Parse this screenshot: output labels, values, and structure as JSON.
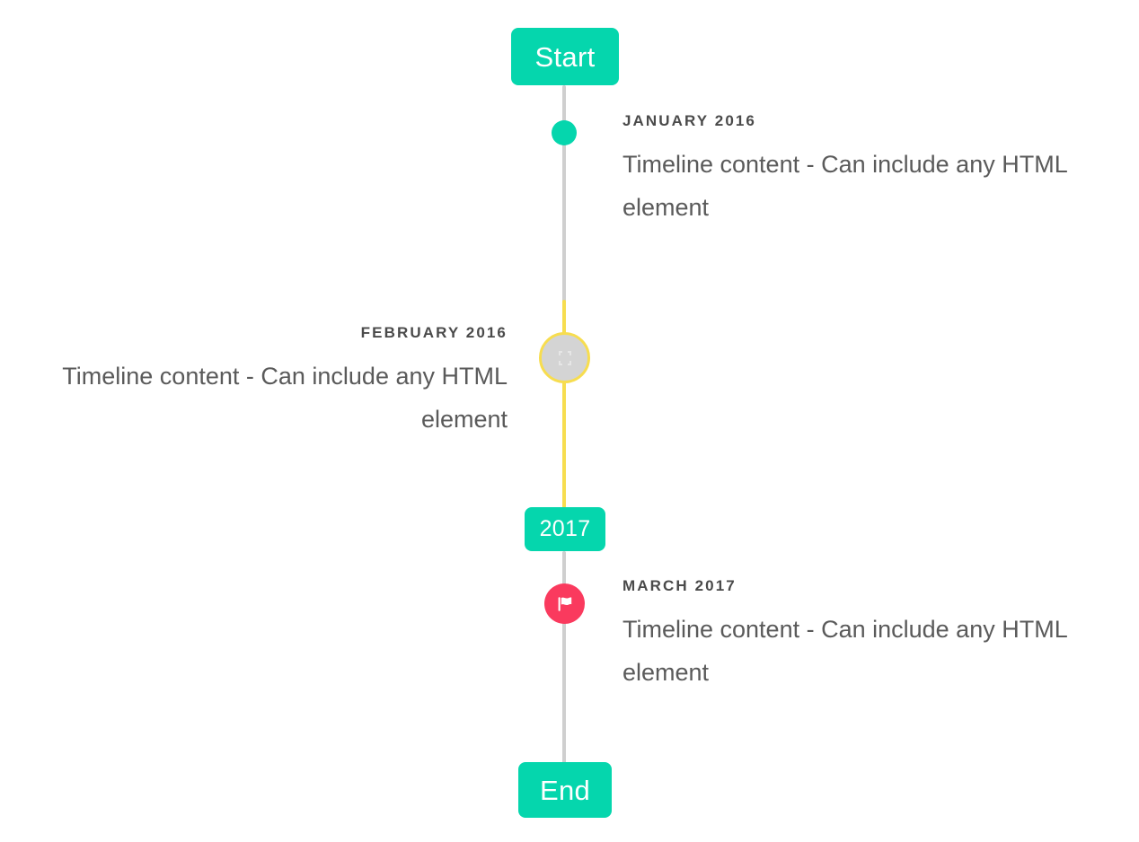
{
  "timeline": {
    "start_cap": {
      "label": "Start"
    },
    "year_cap": {
      "label": "2017"
    },
    "end_cap": {
      "label": "End"
    },
    "entries": [
      {
        "date": "JANUARY 2016",
        "content": "Timeline content - Can include any HTML element",
        "side": "right",
        "marker": "dot-icon",
        "marker_color": "#05d6ad"
      },
      {
        "date": "FEBRUARY 2016",
        "content": "Timeline content - Can include any HTML element",
        "side": "left",
        "marker": "broken-image-icon",
        "marker_color": "#d4d4d4",
        "marker_ring_color": "#f7dd4f"
      },
      {
        "date": "MARCH 2017",
        "content": "Timeline content - Can include any HTML element",
        "side": "right",
        "marker": "flag-icon",
        "marker_color": "#fa3a5e"
      }
    ],
    "colors": {
      "accent_teal": "#05d6ad",
      "rail_gray": "#cfcfcf",
      "rail_yellow": "#f7dd4f",
      "flag_pink": "#fa3a5e",
      "date_text": "#4a4a4a",
      "body_text": "#5a5a5a"
    }
  }
}
